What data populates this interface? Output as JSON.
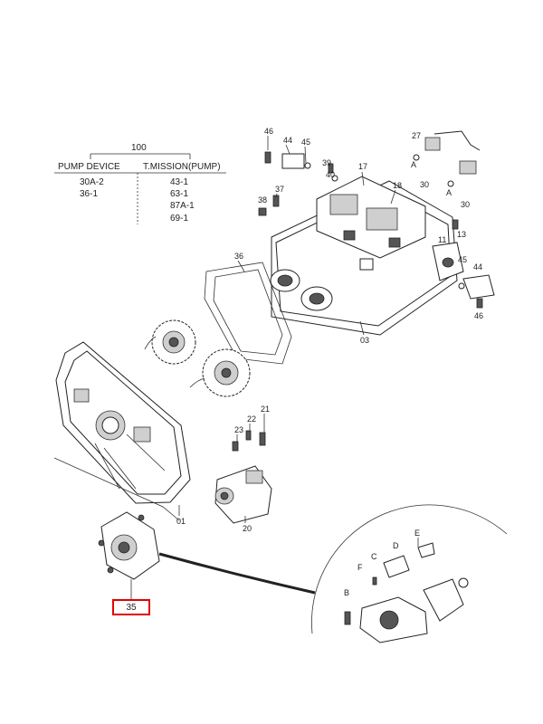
{
  "table": {
    "header_number": "100",
    "col1_header": "PUMP DEVICE",
    "col2_header": "T.MISSION(PUMP)",
    "col1_rows": [
      "30A-2",
      "36-1"
    ],
    "col2_rows": [
      "43-1",
      "63-1",
      "87A-1",
      "69-1"
    ]
  },
  "labels": {
    "p46a": "46",
    "p44a": "44",
    "p45a": "45",
    "p39": "39",
    "p40": "40",
    "p17": "17",
    "p27": "27",
    "pA1": "A",
    "p30a": "30",
    "pA2": "A",
    "p30b": "30",
    "p38": "38",
    "p37": "37",
    "p18": "18",
    "p13": "13",
    "p11": "11",
    "p45b": "45",
    "p44b": "44",
    "p46b": "46",
    "p36": "36",
    "p03": "03",
    "p21": "21",
    "p22": "22",
    "p23": "23",
    "p01": "01",
    "p20": "20",
    "pE": "E",
    "pC": "C",
    "pD": "D",
    "pF": "F",
    "pB": "B"
  },
  "highlight": {
    "label": "35",
    "color": "#e00000"
  }
}
